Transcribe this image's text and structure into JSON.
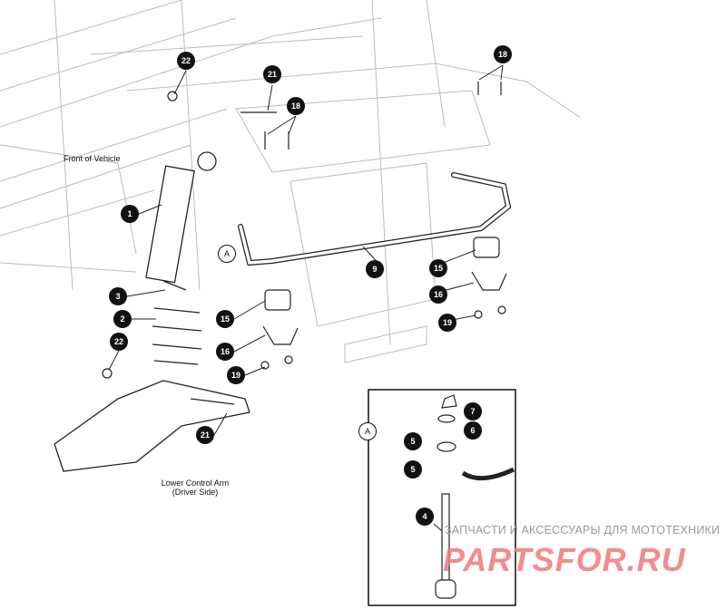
{
  "diagram": {
    "labels": {
      "front_of_vehicle": "Front of Vehicle",
      "lower_control_arm_line1": "Lower Control Arm",
      "lower_control_arm_line2": "(Driver Side)"
    },
    "callouts": [
      "22",
      "21",
      "18",
      "18",
      "1",
      "9",
      "15",
      "16",
      "19",
      "3",
      "2",
      "15",
      "16",
      "19",
      "22",
      "21",
      "7",
      "6",
      "5",
      "5",
      "4"
    ],
    "detail_markers": [
      "A",
      "A"
    ],
    "watermark": {
      "subtitle": "ЗАПЧАСТИ И АКСЕССУАРЫ ДЛЯ МОТОТЕХНИКИ",
      "logo": "PARTSFOR.RU"
    }
  }
}
